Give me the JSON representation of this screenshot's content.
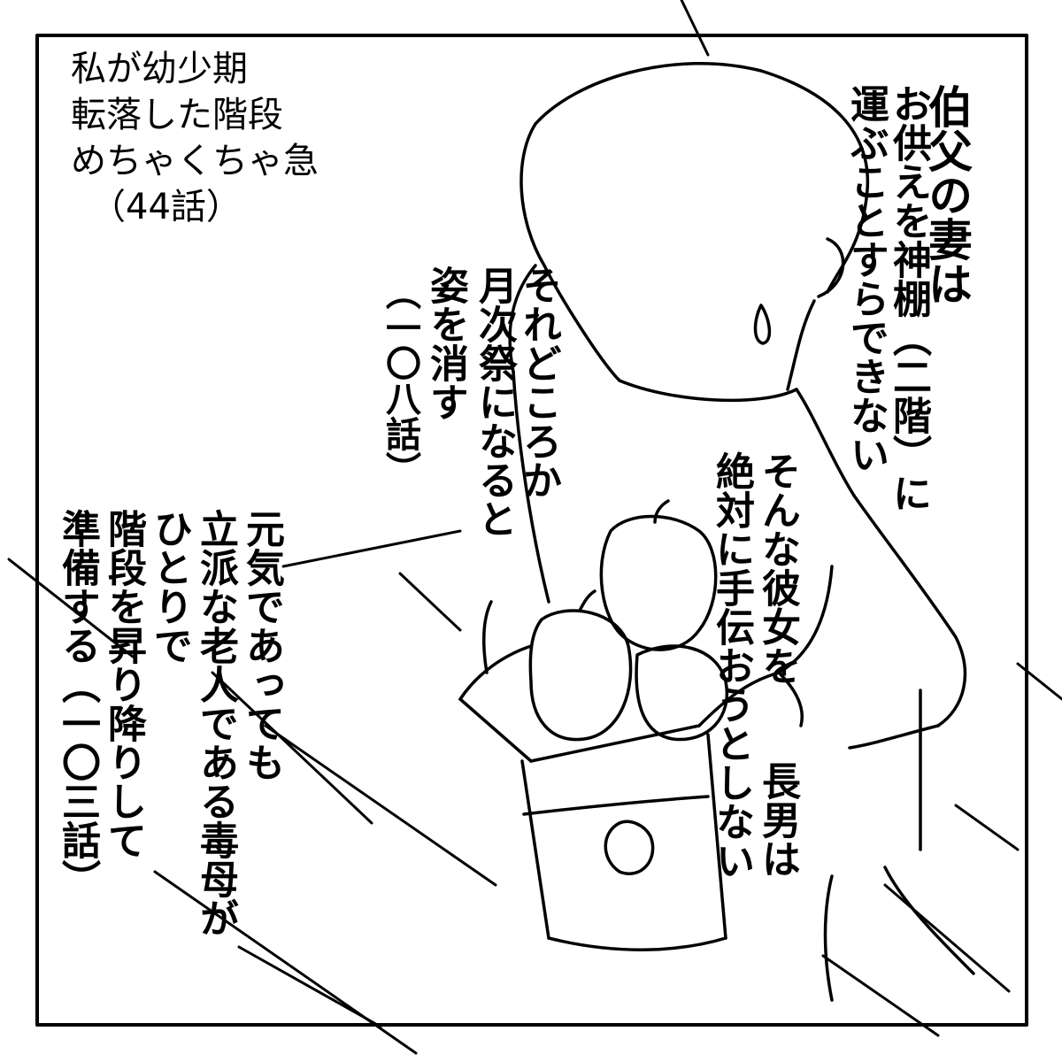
{
  "notes": {
    "top_left": [
      "私が幼少期",
      "転落した階段",
      "めちゃくちゃ急",
      "（44話）"
    ]
  },
  "captions": {
    "right": [
      "伯父の妻は",
      "お供えを神棚（二階）に",
      "運ぶことすらできない"
    ],
    "center_right": [
      "そんな彼女を",
      "絶対に手伝おうとしない",
      "長男は"
    ],
    "middle": [
      "それどころか",
      "月次祭になると",
      "姿を消す",
      "（一〇八話）"
    ],
    "left": [
      "元気であっても",
      "立派な老人である毒母が",
      "ひとりで",
      "階段を昇り降りして",
      "準備する（一〇三話）"
    ]
  }
}
